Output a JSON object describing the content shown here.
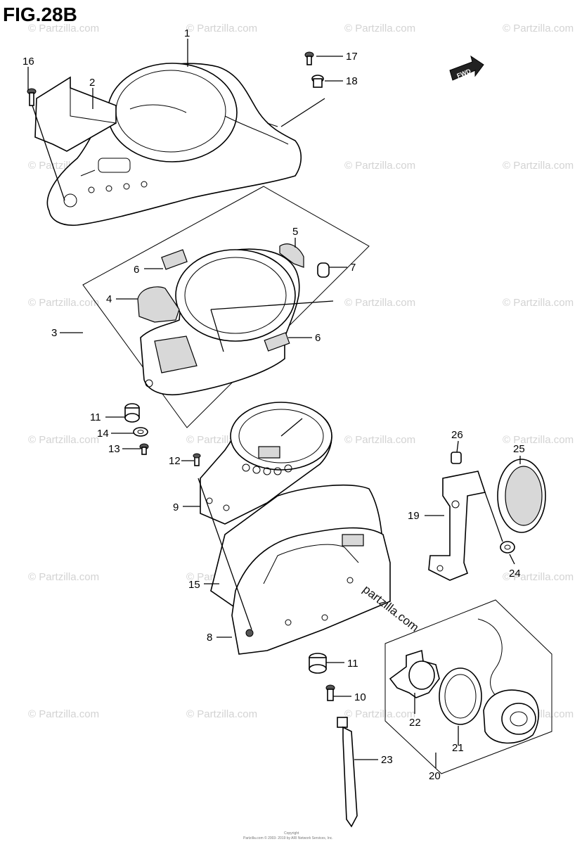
{
  "figure": {
    "title": "FIG.28B"
  },
  "fwd_label": "FWD",
  "callouts": {
    "c1": "1",
    "c2": "2",
    "c3": "3",
    "c4": "4",
    "c5": "5",
    "c6a": "6",
    "c6b": "6",
    "c7": "7",
    "c8": "8",
    "c9": "9",
    "c10": "10",
    "c11a": "11",
    "c11b": "11",
    "c12": "12",
    "c13": "13",
    "c14": "14",
    "c15": "15",
    "c16": "16",
    "c17": "17",
    "c18": "18",
    "c19": "19",
    "c20": "20",
    "c21": "21",
    "c22": "22",
    "c23": "23",
    "c24": "24",
    "c25": "25",
    "c26": "26"
  },
  "watermark": {
    "text": "© Partzilla.com",
    "center_text": "partzilla.com"
  },
  "copyright": {
    "line1": "Copyright",
    "line2": "Partzilla.com © 2003- 2019 by ARI Network Services, Inc."
  },
  "colors": {
    "ink": "#000000",
    "watermark": "#d3d3d3",
    "background": "#ffffff"
  }
}
